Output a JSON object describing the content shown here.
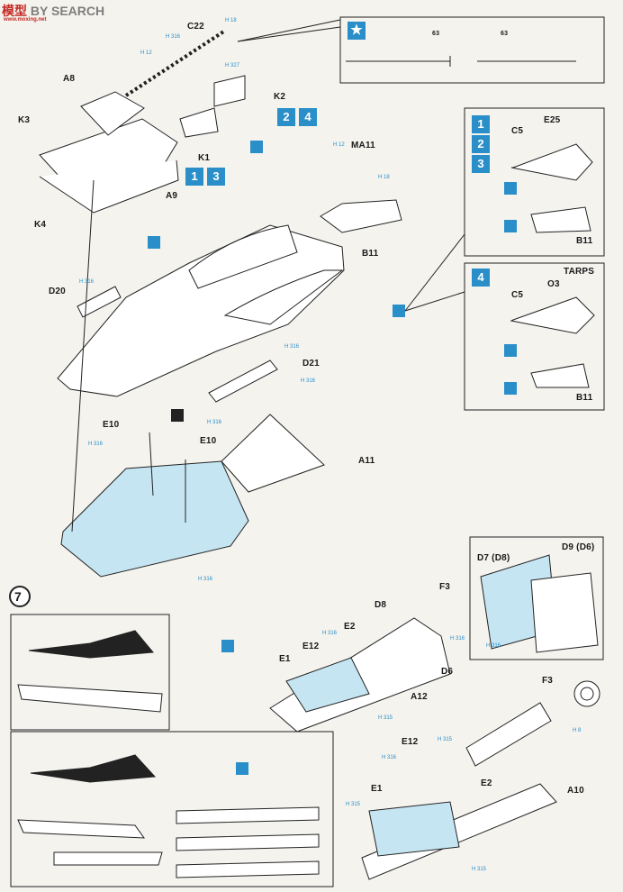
{
  "watermark": {
    "brand": "模型",
    "word": "BY SEARCH",
    "domain": "www.moxing.net"
  },
  "labels": {
    "C22": "C22",
    "A8": "A8",
    "K3": "K3",
    "K2": "K2",
    "K1": "K1",
    "K4": "K4",
    "A9": "A9",
    "MA11": "MA11",
    "B11": "B11",
    "D20": "D20",
    "D21": "D21",
    "E10a": "E10",
    "E10b": "E10",
    "A11": "A11",
    "C5a": "C5",
    "E25": "E25",
    "B11a": "B11",
    "TARPS": "TARPS",
    "C5b": "C5",
    "O3": "O3",
    "B11b": "B11",
    "D7": "D7 (D8)",
    "D9": "D9 (D6)",
    "D8": "D8",
    "F3a": "F3",
    "E2a": "E2",
    "E12a": "E12",
    "E1a": "E1",
    "D6": "D6",
    "A12": "A12",
    "F3b": "F3",
    "E12b": "E12",
    "E2b": "E2",
    "E1b": "E1",
    "A10": "A10",
    "p63a": "63",
    "p63b": "63"
  },
  "h_codes": {
    "h1": "H 18",
    "h2": "H 316",
    "h3": "H 12",
    "h4": "H 327",
    "h5": "H 12",
    "h6": "H 18",
    "h7": "H 316",
    "h8": "H 316",
    "h9": "H 316",
    "h10": "H 316",
    "h11": "H 316",
    "h12": "H 316",
    "h13": "H 316",
    "h14": "H 316",
    "h15": "H 315",
    "h16": "H 316",
    "h17": "H 315",
    "h18": "H 8",
    "h19": "H 315",
    "h20": "H 315",
    "h21": "H 316"
  },
  "step_badges": {
    "b1": "2",
    "b2": "4",
    "b3": "1",
    "b4": "3",
    "b5": "1",
    "b6": "2",
    "b7": "3",
    "b8": "4"
  },
  "step": {
    "number": "7"
  },
  "colors": {
    "accent": "#2a8fc9",
    "fill": "#c6e5f3",
    "ink": "#1a1a1a"
  }
}
